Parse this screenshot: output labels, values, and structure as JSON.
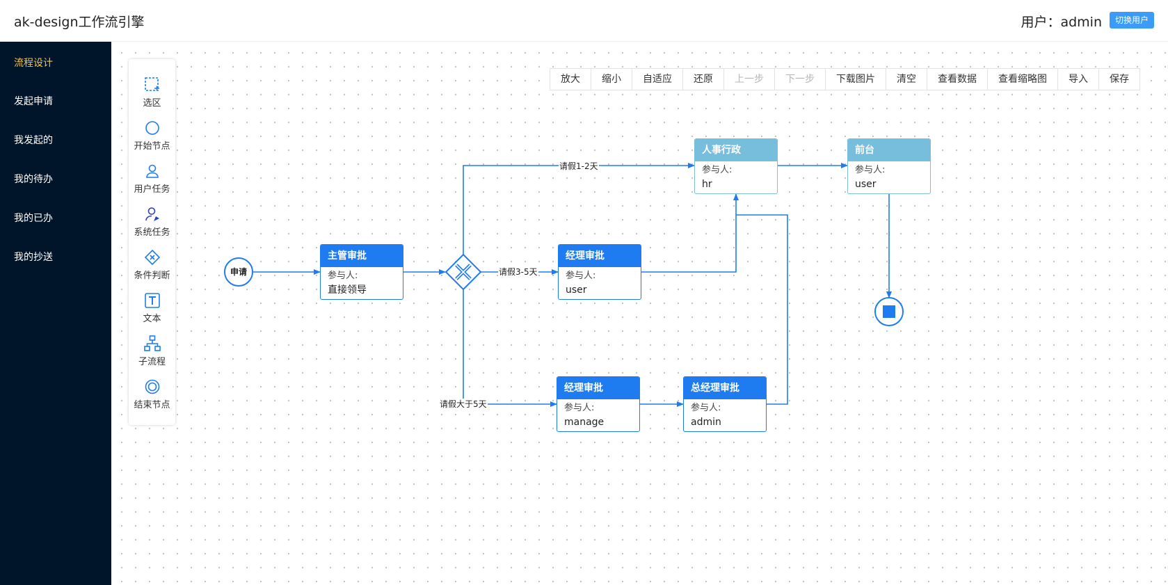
{
  "header": {
    "title": "ak-design工作流引擎",
    "user_label": "用户：admin",
    "switch_user": "切换用户"
  },
  "sidebar": {
    "items": [
      {
        "label": "流程设计",
        "active": true
      },
      {
        "label": "发起申请"
      },
      {
        "label": "我发起的"
      },
      {
        "label": "我的待办"
      },
      {
        "label": "我的已办"
      },
      {
        "label": "我的抄送"
      }
    ]
  },
  "palette": {
    "items": [
      {
        "label": "选区",
        "icon": "selection-icon"
      },
      {
        "label": "开始节点",
        "icon": "start-circle-icon"
      },
      {
        "label": "用户任务",
        "icon": "user-icon"
      },
      {
        "label": "系统任务",
        "icon": "system-user-icon"
      },
      {
        "label": "条件判断",
        "icon": "gateway-icon"
      },
      {
        "label": "文本",
        "icon": "text-icon"
      },
      {
        "label": "子流程",
        "icon": "subprocess-icon"
      },
      {
        "label": "结束节点",
        "icon": "end-circle-icon"
      }
    ]
  },
  "toolbar": {
    "buttons": [
      {
        "label": "放大"
      },
      {
        "label": "缩小"
      },
      {
        "label": "自适应"
      },
      {
        "label": "还原"
      },
      {
        "label": "上一步",
        "disabled": true
      },
      {
        "label": "下一步",
        "disabled": true
      },
      {
        "label": "下载图片"
      },
      {
        "label": "清空"
      },
      {
        "label": "查看数据"
      },
      {
        "label": "查看缩略图"
      },
      {
        "label": "导入"
      },
      {
        "label": "保存"
      }
    ]
  },
  "diagram": {
    "start": "申请",
    "participant_label": "参与人:",
    "tasks": {
      "supervisor": {
        "title": "主管审批",
        "assignee": "直接领导"
      },
      "hr": {
        "title": "人事行政",
        "assignee": "hr"
      },
      "front": {
        "title": "前台",
        "assignee": "user"
      },
      "manager1": {
        "title": "经理审批",
        "assignee": "user"
      },
      "manager2": {
        "title": "经理审批",
        "assignee": "manage"
      },
      "gm": {
        "title": "总经理审批",
        "assignee": "admin"
      }
    },
    "edges": {
      "e1": "请假1-2天",
      "e2": "请假3-5天",
      "e3": "请假大于5天"
    }
  },
  "colors": {
    "primary": "#1e7cf0",
    "light_header": "#76bedc",
    "sidebar_bg": "#001529",
    "sidebar_active": "#f7c441",
    "switch_btn": "#3a9cf7"
  }
}
